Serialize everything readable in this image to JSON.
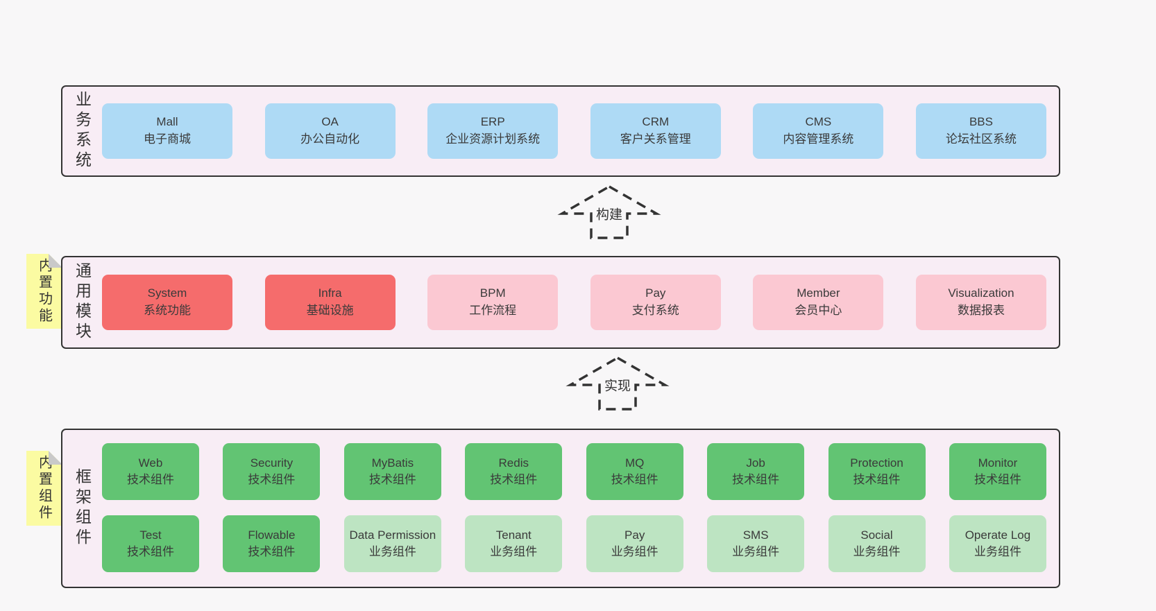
{
  "colors": {
    "page_bg": "#f8f7f8",
    "container_bg": "#f8edf5",
    "container_border": "#333333",
    "blue": "#aedaf5",
    "red": "#f56c6c",
    "pink": "#fbc8d2",
    "green": "#62c473",
    "green_light": "#bde4c2",
    "yellow": "#fbfba2",
    "fold": "#c9c9c9",
    "text": "#333333"
  },
  "arrows": {
    "build": "构建",
    "implement": "实现"
  },
  "notes": {
    "modules": "内置功能",
    "framework": "内置组件"
  },
  "sections": {
    "business": {
      "label": "业务系统",
      "boxes": [
        {
          "en": "Mall",
          "zh": "电子商城"
        },
        {
          "en": "OA",
          "zh": "办公自动化"
        },
        {
          "en": "ERP",
          "zh": "企业资源计划系统"
        },
        {
          "en": "CRM",
          "zh": "客户关系管理"
        },
        {
          "en": "CMS",
          "zh": "内容管理系统"
        },
        {
          "en": "BBS",
          "zh": "论坛社区系统"
        }
      ]
    },
    "modules": {
      "label": "通用模块",
      "boxes": [
        {
          "en": "System",
          "zh": "系统功能"
        },
        {
          "en": "Infra",
          "zh": "基础设施"
        },
        {
          "en": "BPM",
          "zh": "工作流程"
        },
        {
          "en": "Pay",
          "zh": "支付系统"
        },
        {
          "en": "Member",
          "zh": "会员中心"
        },
        {
          "en": "Visualization",
          "zh": "数据报表"
        }
      ]
    },
    "framework": {
      "label": "框架组件",
      "row1": [
        {
          "en": "Web",
          "zh": "技术组件"
        },
        {
          "en": "Security",
          "zh": "技术组件"
        },
        {
          "en": "MyBatis",
          "zh": "技术组件"
        },
        {
          "en": "Redis",
          "zh": "技术组件"
        },
        {
          "en": "MQ",
          "zh": "技术组件"
        },
        {
          "en": "Job",
          "zh": "技术组件"
        },
        {
          "en": "Protection",
          "zh": "技术组件"
        },
        {
          "en": "Monitor",
          "zh": "技术组件"
        }
      ],
      "row2": [
        {
          "en": "Test",
          "zh": "技术组件"
        },
        {
          "en": "Flowable",
          "zh": "技术组件"
        },
        {
          "en": "Data Permission",
          "zh": "业务组件"
        },
        {
          "en": "Tenant",
          "zh": "业务组件"
        },
        {
          "en": "Pay",
          "zh": "业务组件"
        },
        {
          "en": "SMS",
          "zh": "业务组件"
        },
        {
          "en": "Social",
          "zh": "业务组件"
        },
        {
          "en": "Operate Log",
          "zh": "业务组件"
        }
      ]
    }
  }
}
